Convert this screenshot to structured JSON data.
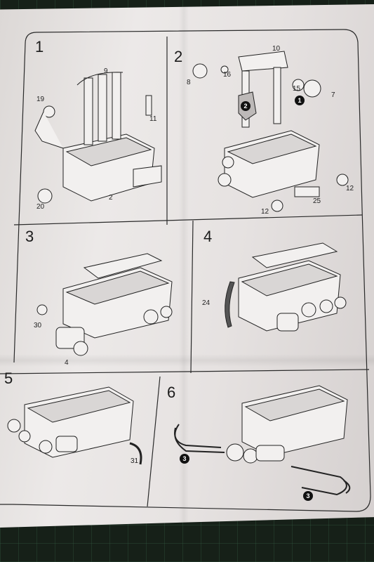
{
  "steps": [
    {
      "number": "1",
      "parts": [
        "9",
        "19",
        "11",
        "2",
        "20"
      ]
    },
    {
      "number": "2",
      "parts": [
        "10",
        "8",
        "16",
        "15",
        "7",
        "12",
        "25",
        "12"
      ],
      "badges": [
        "2",
        "1"
      ]
    },
    {
      "number": "3",
      "parts": [
        "30",
        "4"
      ]
    },
    {
      "number": "4",
      "parts": [
        "24"
      ]
    },
    {
      "number": "5",
      "parts": [
        "31"
      ]
    },
    {
      "number": "6",
      "parts": [],
      "badges": [
        "3",
        "3"
      ]
    }
  ],
  "colors": {
    "ink": "#1b1b1b",
    "paper": "#e6e2e1",
    "background": "#162018"
  }
}
